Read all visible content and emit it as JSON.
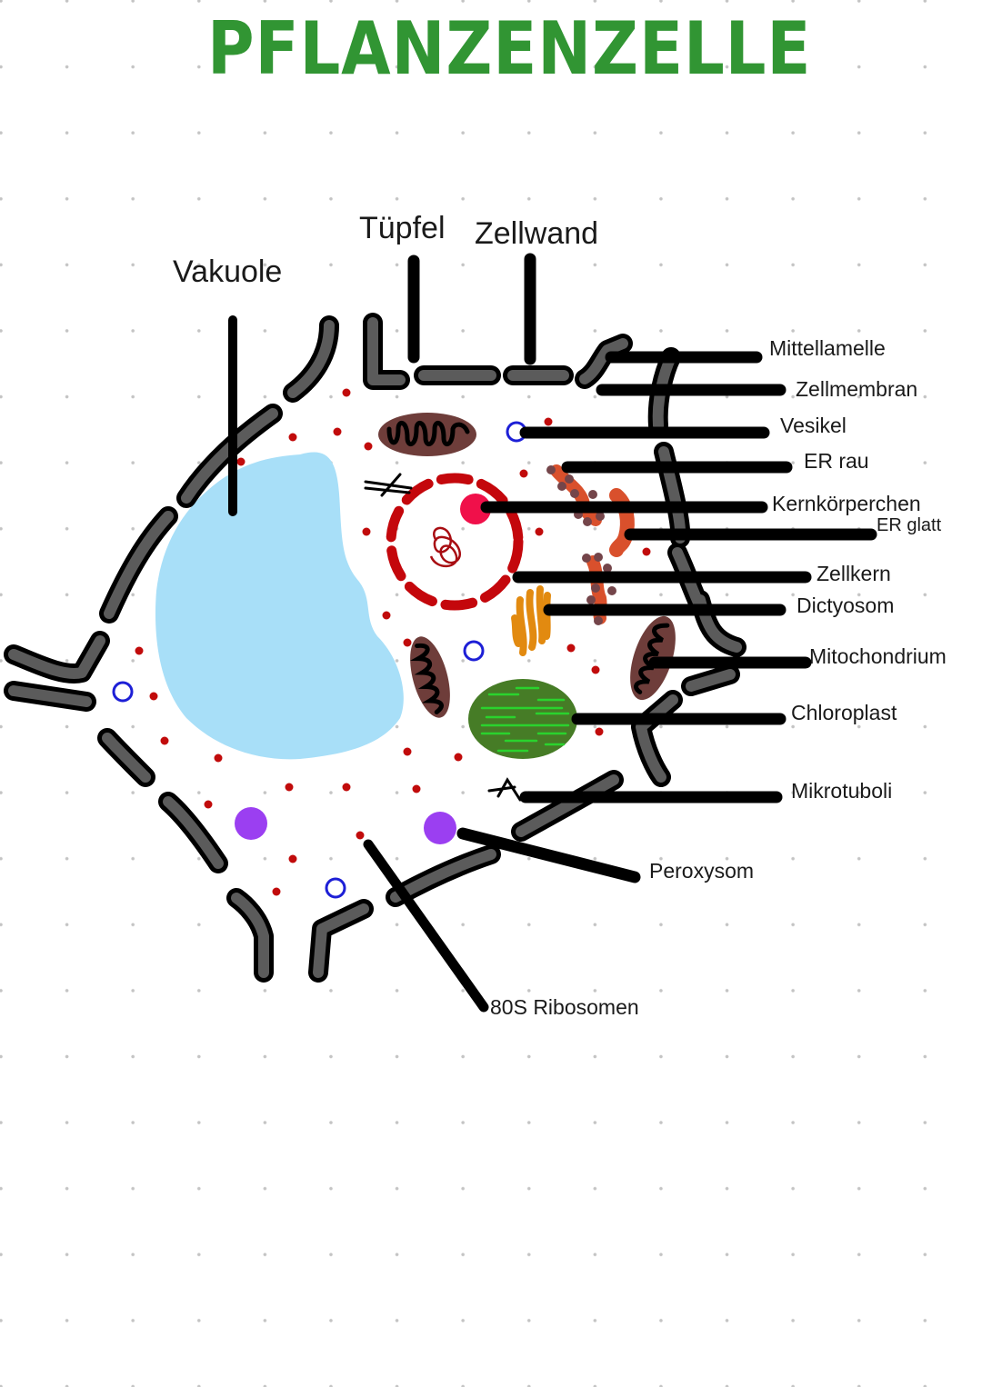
{
  "title": "PFLANZENZELLE",
  "colors": {
    "title": "#319533",
    "cell_wall_fill": "#5b5b5b",
    "cell_wall_outline": "#000000",
    "vacuole": "#a8dff8",
    "nucleus_envelope": "#c4070c",
    "nucleolus": "#f0104a",
    "chromatin": "#a80d12",
    "mitochondrion": "#6e3d3a",
    "chloroplast": "#467c26",
    "thylakoid": "#2ad32d",
    "golgi": "#e28a10",
    "er": "#d9502c",
    "er_ribosome": "#74454a",
    "ribosome": "#c10b0b",
    "vesicle": "#1d1fd6",
    "peroxisome": "#9b3ff1",
    "pointer": "#000000"
  },
  "labels": {
    "vakuole": "Vakuole",
    "tuepfel": "Tüpfel",
    "zellwand": "Zellwand",
    "mittellamelle": "Mittellamelle",
    "zellmembran": "Zellmembran",
    "vesikel": "Vesikel",
    "er_rau": "ER rau",
    "kernkoerperchen": "Kernkörperchen",
    "er_glatt": "ER glatt",
    "zellkern": "Zellkern",
    "dictyosom": "Dictyosom",
    "mitochondrium": "Mitochondrium",
    "chloroplast": "Chloroplast",
    "mikrotuboli": "Mikrotuboli",
    "peroxysom": "Peroxysom",
    "ribosomen": "80S Ribosomen"
  }
}
